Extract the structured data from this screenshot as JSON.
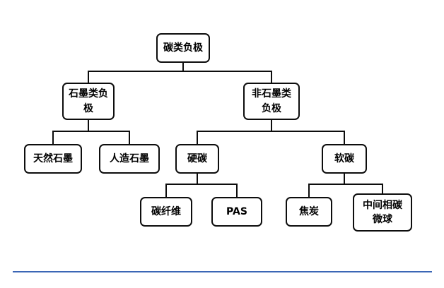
{
  "colors": {
    "box_border": "#0d0d0d",
    "connector": "#0d0d0d",
    "footer_line": "#3b66b5"
  },
  "nodes": {
    "root": {
      "label": "碳类负极"
    },
    "graphite_anode": {
      "label": "石墨类负极"
    },
    "non_graphite_anode": {
      "label": "非石墨类负极"
    },
    "natural_graphite": {
      "label": "天然石墨"
    },
    "artificial_graphite": {
      "label": "人造石墨"
    },
    "hard_carbon": {
      "label": "硬碳"
    },
    "soft_carbon": {
      "label": "软碳"
    },
    "carbon_fiber": {
      "label": "碳纤维"
    },
    "pas": {
      "label": "PAS"
    },
    "coke": {
      "label": "焦炭"
    },
    "mesocarbon_microbeads": {
      "label": "中间相碳微球"
    }
  },
  "edges": [
    [
      "root",
      "graphite_anode"
    ],
    [
      "root",
      "non_graphite_anode"
    ],
    [
      "graphite_anode",
      "natural_graphite"
    ],
    [
      "graphite_anode",
      "artificial_graphite"
    ],
    [
      "non_graphite_anode",
      "hard_carbon"
    ],
    [
      "non_graphite_anode",
      "soft_carbon"
    ],
    [
      "hard_carbon",
      "carbon_fiber"
    ],
    [
      "hard_carbon",
      "pas"
    ],
    [
      "soft_carbon",
      "coke"
    ],
    [
      "soft_carbon",
      "mesocarbon_microbeads"
    ]
  ]
}
